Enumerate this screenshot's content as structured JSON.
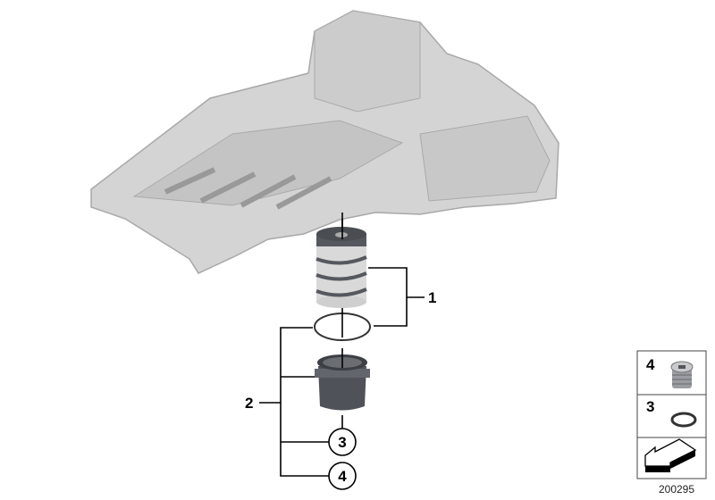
{
  "callouts": {
    "item_1": "1",
    "item_2": "2",
    "item_3": "3",
    "item_4": "4"
  },
  "legend": {
    "item_4": "4",
    "item_3": "3"
  },
  "diagram_number": "200295",
  "colors": {
    "oil_pan": "#d4d4d4",
    "filter": "#5a5d63",
    "filter_band": "#d9d9d9",
    "lines": "#000000"
  }
}
